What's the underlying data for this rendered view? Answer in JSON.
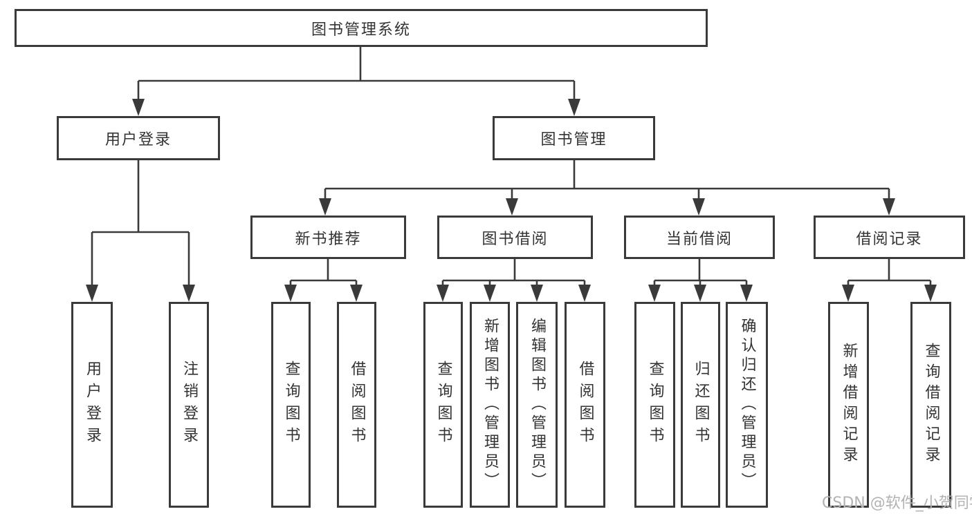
{
  "tree": {
    "root": {
      "label": "图书管理系统",
      "children": [
        {
          "label": "用户登录",
          "children": [
            {
              "label": "用户登录"
            },
            {
              "label": "注销登录"
            }
          ]
        },
        {
          "label": "图书管理",
          "children": [
            {
              "label": "新书推荐",
              "children": [
                {
                  "label": "查询图书"
                },
                {
                  "label": "借阅图书"
                }
              ]
            },
            {
              "label": "图书借阅",
              "children": [
                {
                  "label": "查询图书"
                },
                {
                  "label": "新增图书（管理员）"
                },
                {
                  "label": "编辑图书（管理员）"
                },
                {
                  "label": "借阅图书"
                }
              ]
            },
            {
              "label": "当前借阅",
              "children": [
                {
                  "label": "查询图书"
                },
                {
                  "label": "归还图书"
                },
                {
                  "label": "确认归还（管理员）"
                }
              ]
            },
            {
              "label": "借阅记录",
              "children": [
                {
                  "label": "新增借阅记录"
                },
                {
                  "label": "查询借阅记录"
                }
              ]
            }
          ]
        }
      ]
    }
  },
  "watermark": "CSDN @软件_小贺同学",
  "colors": {
    "line": "#3a3a3a",
    "text": "#333333",
    "watermark": "#b3b3b3",
    "background": "#ffffff"
  }
}
